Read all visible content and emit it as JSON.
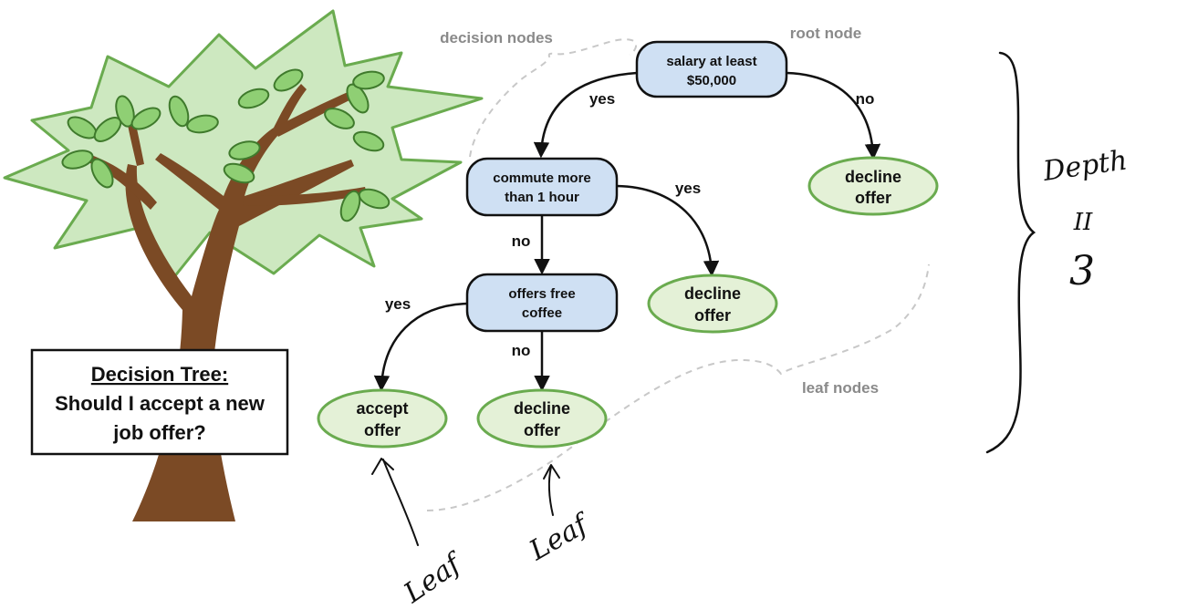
{
  "title": {
    "line1": "Decision Tree:",
    "line2": "Should I accept a new",
    "line3": "job offer?"
  },
  "nodes": {
    "root": {
      "line1": "salary at least",
      "line2": "$50,000"
    },
    "commute": {
      "line1": "commute more",
      "line2": "than 1 hour"
    },
    "coffee": {
      "line1": "offers free",
      "line2": "coffee"
    },
    "decline_right": {
      "line1": "decline",
      "line2": "offer"
    },
    "decline_mid": {
      "line1": "decline",
      "line2": "offer"
    },
    "decline_bottom": {
      "line1": "decline",
      "line2": "offer"
    },
    "accept": {
      "line1": "accept",
      "line2": "offer"
    }
  },
  "edges": {
    "root_yes": "yes",
    "root_no": "no",
    "commute_yes": "yes",
    "commute_no": "no",
    "coffee_yes": "yes",
    "coffee_no": "no"
  },
  "callouts": {
    "decision_nodes": "decision nodes",
    "root_node": "root node",
    "leaf_nodes": "leaf nodes"
  },
  "annotations": {
    "depth_label": "Depth",
    "depth_equals": "II",
    "depth_value": "3",
    "leaf_1": "Leaf",
    "leaf_2": "Leaf"
  },
  "colors": {
    "decision_fill": "#cfe0f3",
    "leaf_fill": "#e4f1d7",
    "leaf_stroke": "#6aab4f",
    "trunk": "#7b4a25",
    "canopy": "#cfe9c4",
    "leaf_green": "#8fcf74"
  }
}
